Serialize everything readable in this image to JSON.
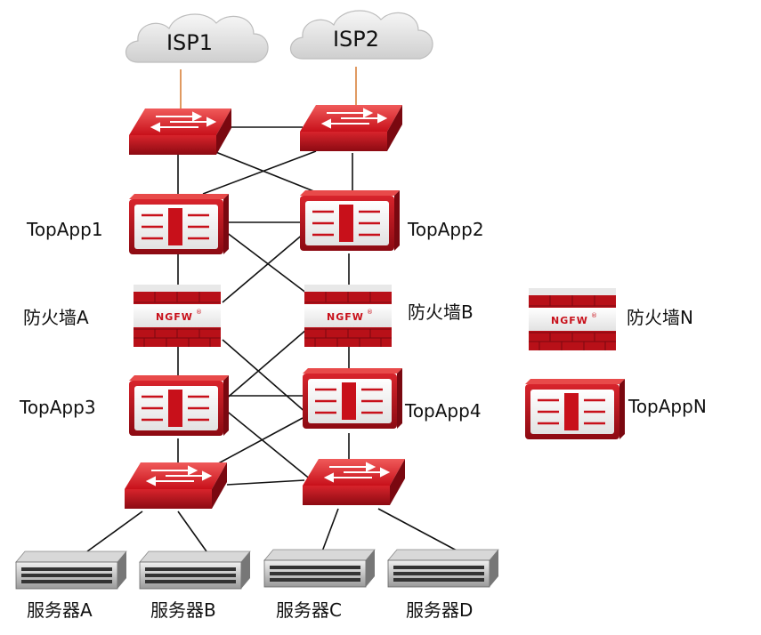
{
  "isp": [
    "ISP1",
    "ISP2"
  ],
  "topapps": [
    "TopApp1",
    "TopApp2",
    "TopApp3",
    "TopApp4",
    "TopAppN"
  ],
  "firewalls": [
    "防火墙A",
    "防火墙B",
    "防火墙N"
  ],
  "firewall_badge": "NGFW",
  "firewall_badge_mark": "®",
  "servers": [
    "服务器A",
    "服务器B",
    "服务器C",
    "服务器D"
  ],
  "colors": {
    "device_red": "#c8101a",
    "device_dark": "#8c0a12",
    "isp_uplink": "#d9813a",
    "link": "#111111",
    "cloud": "#e6e6e6"
  },
  "icons": [
    "cloud-icon",
    "switch-icon",
    "topapp-device-icon",
    "firewall-icon",
    "server-icon"
  ]
}
